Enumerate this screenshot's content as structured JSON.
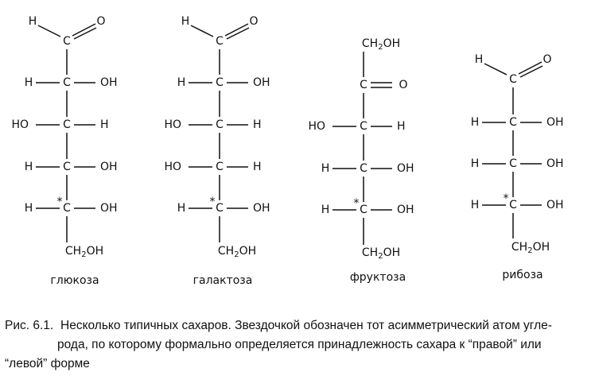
{
  "atoms": {
    "C": "C",
    "H": "H",
    "O": "O",
    "OH": "OH",
    "HO": "HO",
    "star": "*",
    "CH": "CH",
    "sub2": "2",
    "H2": "H"
  },
  "molecules": [
    {
      "name": "глюкоза"
    },
    {
      "name": "галактоза"
    },
    {
      "name": "фруктоза"
    },
    {
      "name": "рибоза"
    }
  ],
  "caption": {
    "label": "Рис. 6.1.",
    "line1": "Несколько типичных сахаров. Звездочкой обозначен тот асимметрический атом угле-",
    "line2": "рода, по которому формально определяется принадлежность сахара к “правой” или",
    "line3": "“левой” форме"
  }
}
